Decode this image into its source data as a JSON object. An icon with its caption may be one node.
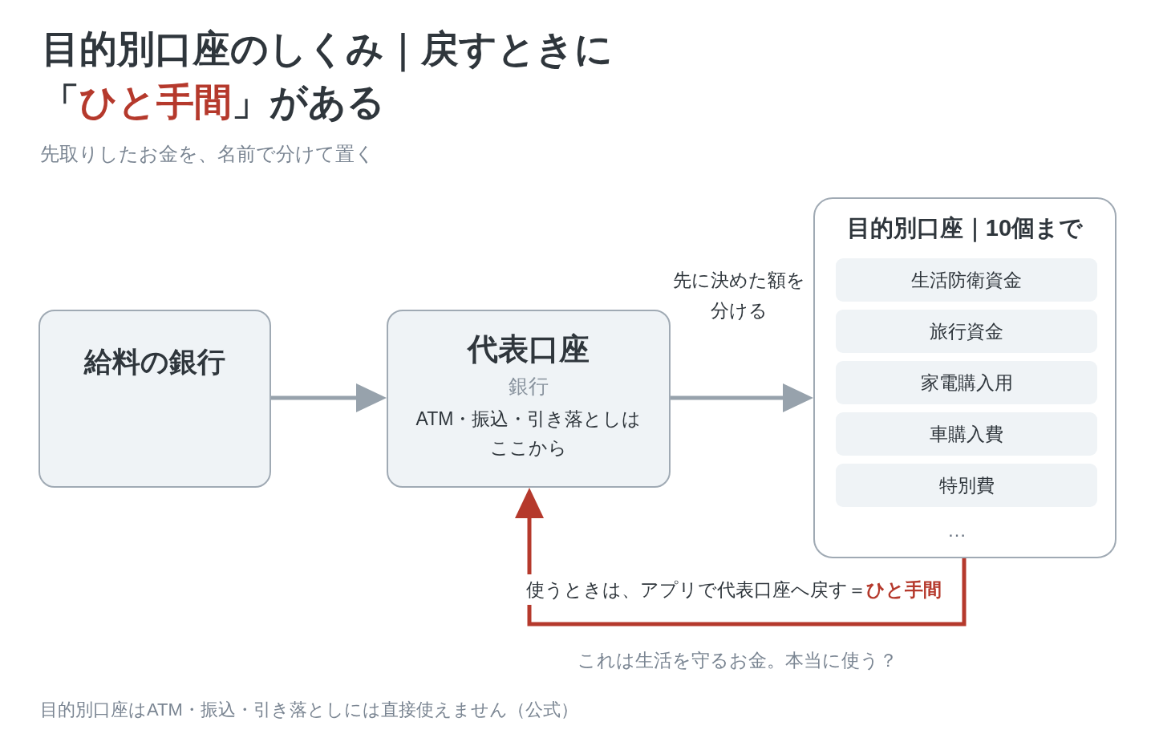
{
  "diagram": {
    "title": "目的別口座のしくみ｜戻すときに「**ひと手間**」がある",
    "caption": "目的別口座はATM・振込・引き落としには直接使えません（公式）",
    "nodes": [
      {
        "text": [
          "給料の銀行"
        ]
      },
      {
        "text": [
          "代表口座",
          "銀行",
          "ATM・振込・引き落としはここから"
        ]
      },
      {
        "text": [
          "目的別口座｜10個まで",
          "…"
        ]
      },
      {
        "text": [
          "生活防衛資金"
        ],
        "in": 2
      },
      {
        "text": [
          "旅行資金"
        ],
        "in": 2
      },
      {
        "text": [
          "家電購入用"
        ],
        "in": 2
      },
      {
        "text": [
          "車購入費"
        ],
        "in": 2
      },
      {
        "text": [
          "特別費"
        ],
        "in": 2
      }
    ],
    "edges": [
      {
        "from": 0,
        "to": 1,
        "arrow": "to"
      },
      {
        "from": 1,
        "to": 2,
        "arrow": "to",
        "label": "先に決めた額を分ける"
      },
      {
        "from": 2,
        "to": 1,
        "arrow": "to",
        "label": "使うときは、アプリで代表口座へ戻す＝**ひと手間**",
        "color": "#b5392c"
      }
    ],
    "labels": [
      "先取りしたお金を、名前で分けて置く",
      "これは生活を守るお金。本当に使う？"
    ]
  }
}
